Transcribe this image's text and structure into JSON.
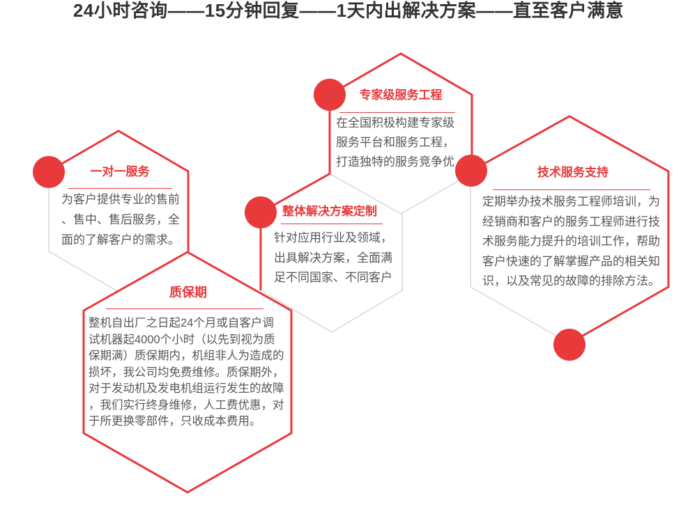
{
  "header": {
    "title": "24小时咨询——15分钟回复——1天内出解决方案——直至客户满意"
  },
  "colors": {
    "accent_red": "#e8393b",
    "line_gray": "#d7d7d7",
    "body_text": "#595757",
    "header_text": "#333333"
  },
  "cards": {
    "one_on_one": {
      "title": "一对一服务",
      "lines": [
        "为客户提供专业的售前",
        "、售中、售后服务，全",
        "面的了解客户的需求。"
      ]
    },
    "expert": {
      "title": "专家级服务工程",
      "lines": [
        "在全国积极构建专家级",
        "服务平台和服务工程，",
        "打造独特的服务竞争优"
      ]
    },
    "solution": {
      "title": "整体解决方案定制",
      "lines": [
        "针对应用行业及领域，",
        "出具解决方案，全面满",
        "足不同国家、不同客户"
      ]
    },
    "tech": {
      "title": "技术服务支持",
      "lines": [
        "定期举办技术服务工程师培训，为",
        "经销商和客户的服务工程师进行技",
        "术服务能力提升的培训工作，帮助",
        "客户快速的了解掌握产品的相关知",
        "识，以及常见的故障的排除方法。"
      ]
    },
    "warranty": {
      "title": "质保期",
      "lines": [
        "整机自出厂之日起24个月或自客户调",
        "试机器起4000个小时（以先到视为质",
        "保期满）质保期内，机组非人为造成的",
        "损坏，我公司均免费维修。质保期外，",
        "对于发动机及发电机组运行发生的故障",
        "，我们实行终身维修，人工费优惠，对",
        "于所更换零部件，只收成本费用。"
      ]
    }
  }
}
